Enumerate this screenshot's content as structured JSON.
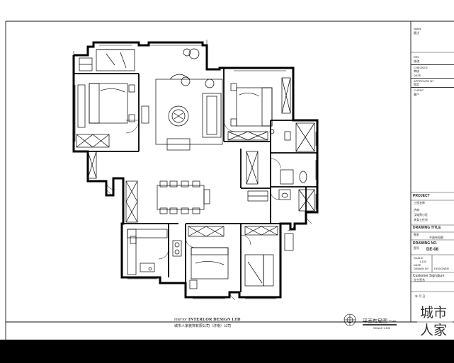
{
  "sheet": {
    "title_block": {
      "notes_label": "Notes",
      "notes_cn": "备注",
      "rev_label": "REV",
      "rev_cn": "修改",
      "checked_label": "CHECKED",
      "checked_cn": "审核",
      "date_label": "DATE",
      "approved_label": "APPROVED BY",
      "approved_cn": "审定",
      "client_label": "CLIENT",
      "client_cn": "客户",
      "project_label": "PROJECT",
      "project_cn": "工程名称",
      "project_name_1": "济南",
      "project_name_2": "汉峪苑小区",
      "project_name_3": "李女士住宅",
      "drawing_title_label": "DRAWING TITLE",
      "drawing_title_cn": "图名",
      "drawing_title": "平面布局图",
      "drawing_no_label": "DRAWING NO.",
      "drawing_no_cn": "图号",
      "drawing_no": "DE-08",
      "scale_label": "SCALE",
      "scale_value": "1:100",
      "date2_label": "DATE",
      "drawn_label": "DRAWN BY",
      "designer_label": "DESIGNER",
      "customer_sig_label": "Customer Signature",
      "customer_sig_cn": "业主签名",
      "year_text": "年  月  日"
    },
    "footer": {
      "logo_script": "interior",
      "company_en": "INTERLOR DESIGN LTD",
      "company_cn": "城市人家装饰有限公司（济南）公司",
      "caption_title": "平面布局图",
      "caption_plan": "PLAN",
      "caption_scale": "SCALE  1:100"
    },
    "watermark": {
      "line1": "城市",
      "line2": "人家"
    }
  }
}
